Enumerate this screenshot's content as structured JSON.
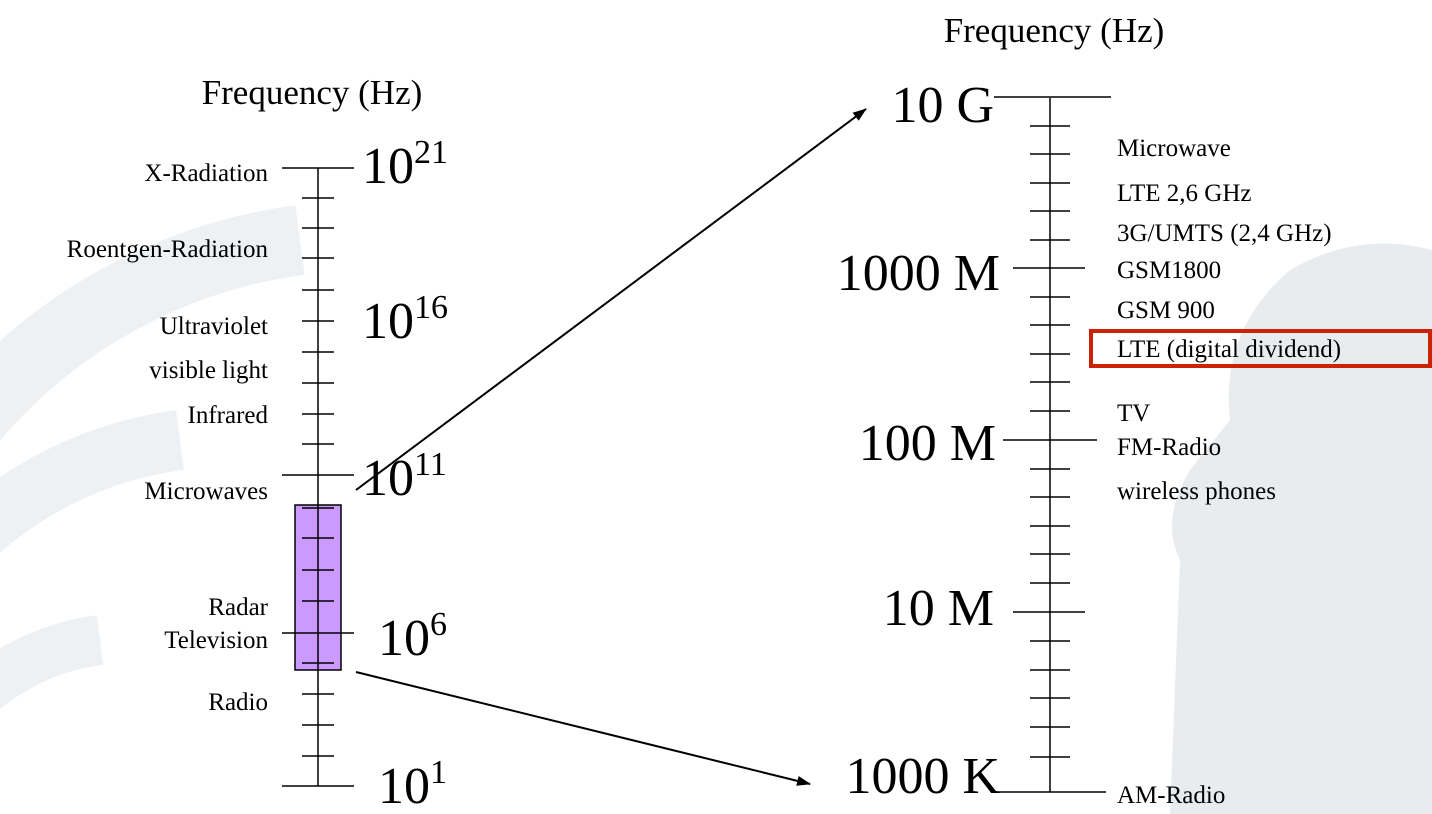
{
  "left_scale": {
    "title": "Frequency (Hz)",
    "exponent_labels": [
      {
        "base": "10",
        "exp": "21"
      },
      {
        "base": "10",
        "exp": "16"
      },
      {
        "base": "10",
        "exp": "11"
      },
      {
        "base": "10",
        "exp": "6"
      },
      {
        "base": "10",
        "exp": "1"
      }
    ],
    "bands": [
      "X-Radiation",
      "Roentgen-Radiation",
      "Ultraviolet",
      "visible light",
      "Infrared",
      "Microwaves",
      "Radar",
      "Television",
      "Radio"
    ],
    "highlight_color": "#cc99ff"
  },
  "right_scale": {
    "title": "Frequency (Hz)",
    "major_labels": [
      "10 G",
      "1000 M",
      "100 M",
      "10 M",
      "1000 K"
    ],
    "bands": [
      "Microwave",
      "LTE 2,6 GHz",
      "3G/UMTS (2,4 GHz)",
      "GSM1800",
      "GSM 900",
      "LTE (digital dividend)",
      "TV",
      "FM-Radio",
      "wireless phones",
      "AM-Radio"
    ],
    "highlighted_band": "LTE (digital dividend)",
    "highlight_color": "#cc2200"
  }
}
